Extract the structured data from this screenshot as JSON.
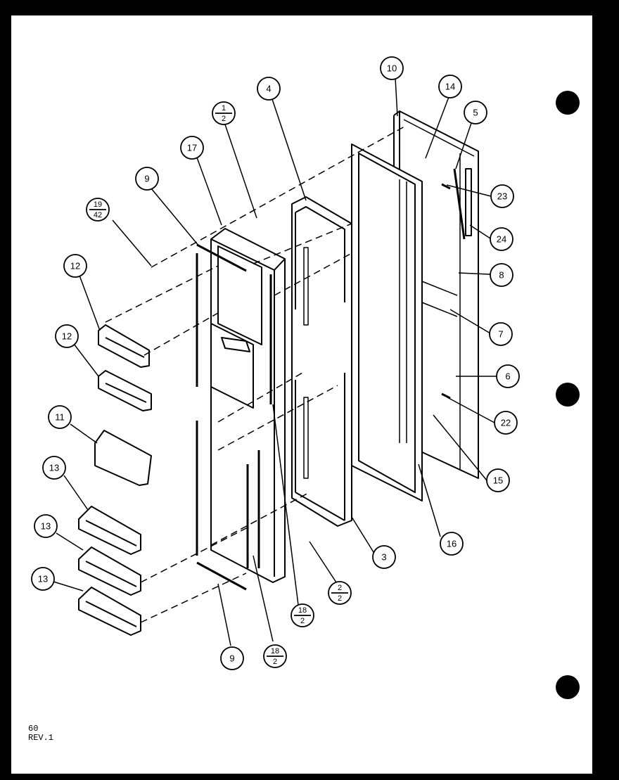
{
  "callouts": [
    {
      "id": "c-10",
      "label": "10"
    },
    {
      "id": "c-14",
      "label": "14"
    },
    {
      "id": "c-5",
      "label": "5"
    },
    {
      "id": "c-4",
      "label": "4"
    },
    {
      "id": "c-1-2",
      "top": "1",
      "bottom": "2"
    },
    {
      "id": "c-17",
      "label": "17"
    },
    {
      "id": "c-9a",
      "label": "9"
    },
    {
      "id": "c-19-42",
      "top": "19",
      "bottom": "42"
    },
    {
      "id": "c-23",
      "label": "23"
    },
    {
      "id": "c-24",
      "label": "24"
    },
    {
      "id": "c-8",
      "label": "8"
    },
    {
      "id": "c-12a",
      "label": "12"
    },
    {
      "id": "c-7",
      "label": "7"
    },
    {
      "id": "c-12b",
      "label": "12"
    },
    {
      "id": "c-6",
      "label": "6"
    },
    {
      "id": "c-11",
      "label": "11"
    },
    {
      "id": "c-22",
      "label": "22"
    },
    {
      "id": "c-13a",
      "label": "13"
    },
    {
      "id": "c-15",
      "label": "15"
    },
    {
      "id": "c-13b",
      "label": "13"
    },
    {
      "id": "c-16",
      "label": "16"
    },
    {
      "id": "c-3",
      "label": "3"
    },
    {
      "id": "c-13c",
      "label": "13"
    },
    {
      "id": "c-2-2",
      "top": "2",
      "bottom": "2"
    },
    {
      "id": "c-18-2a",
      "top": "18",
      "bottom": "2"
    },
    {
      "id": "c-9b",
      "label": "9"
    },
    {
      "id": "c-18-2b",
      "top": "18",
      "bottom": "2"
    }
  ],
  "footer": {
    "page": "60",
    "revision": "REV.1"
  }
}
